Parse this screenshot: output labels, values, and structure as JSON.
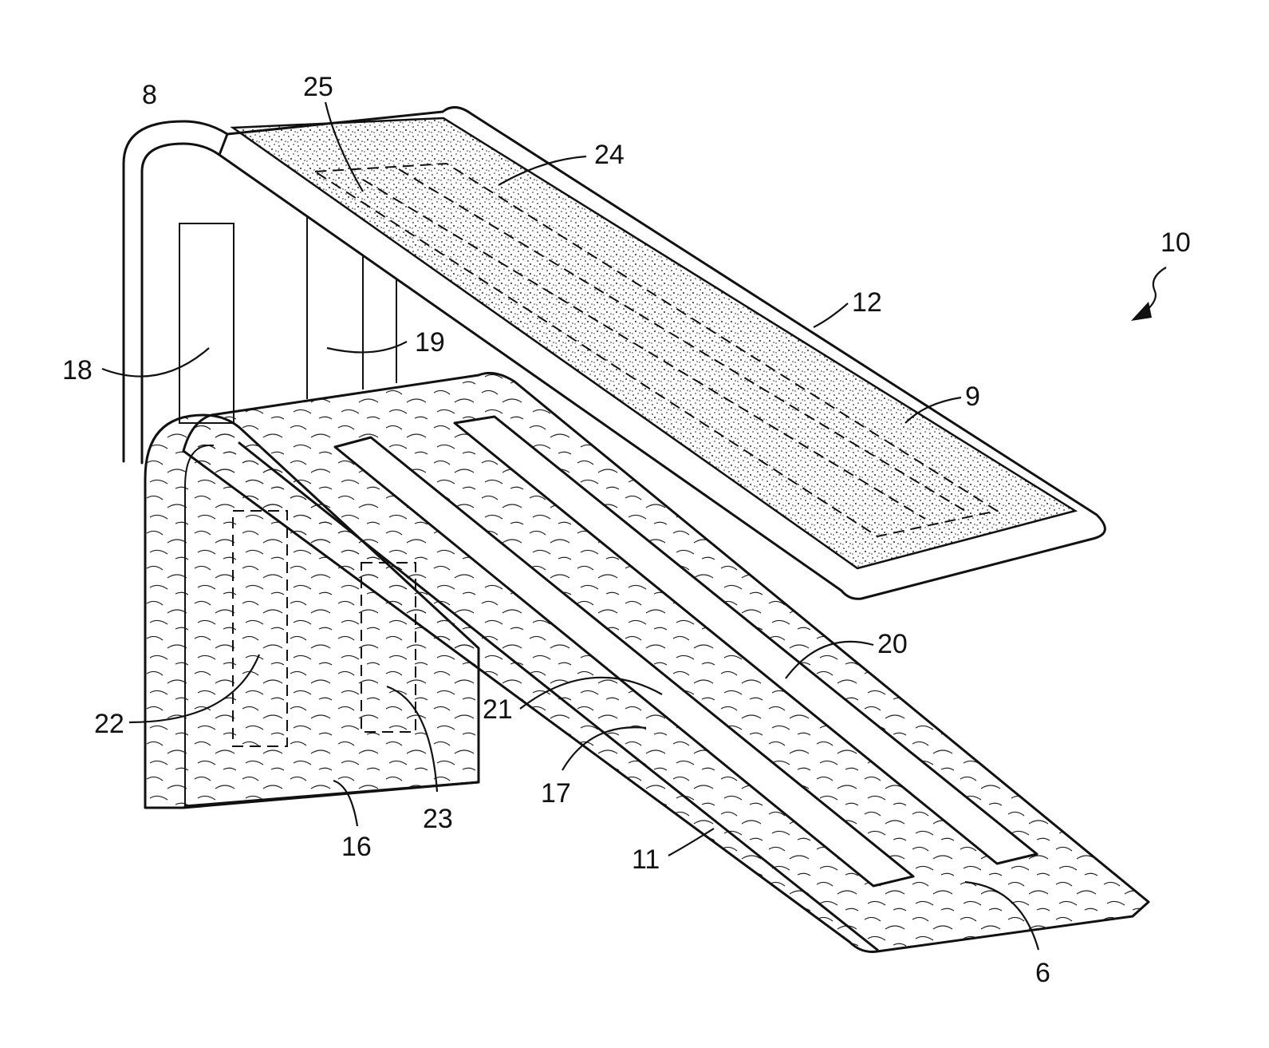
{
  "figure": {
    "reference_labels": {
      "r8": "8",
      "r25": "25",
      "r24": "24",
      "r10": "10",
      "r12": "12",
      "r18": "18",
      "r19": "19",
      "r9": "9",
      "r20": "20",
      "r22": "22",
      "r21": "21",
      "r17": "17",
      "r23": "23",
      "r16": "16",
      "r11": "11",
      "r6": "6"
    },
    "colors": {
      "line": "#111111",
      "background": "#ffffff"
    }
  }
}
